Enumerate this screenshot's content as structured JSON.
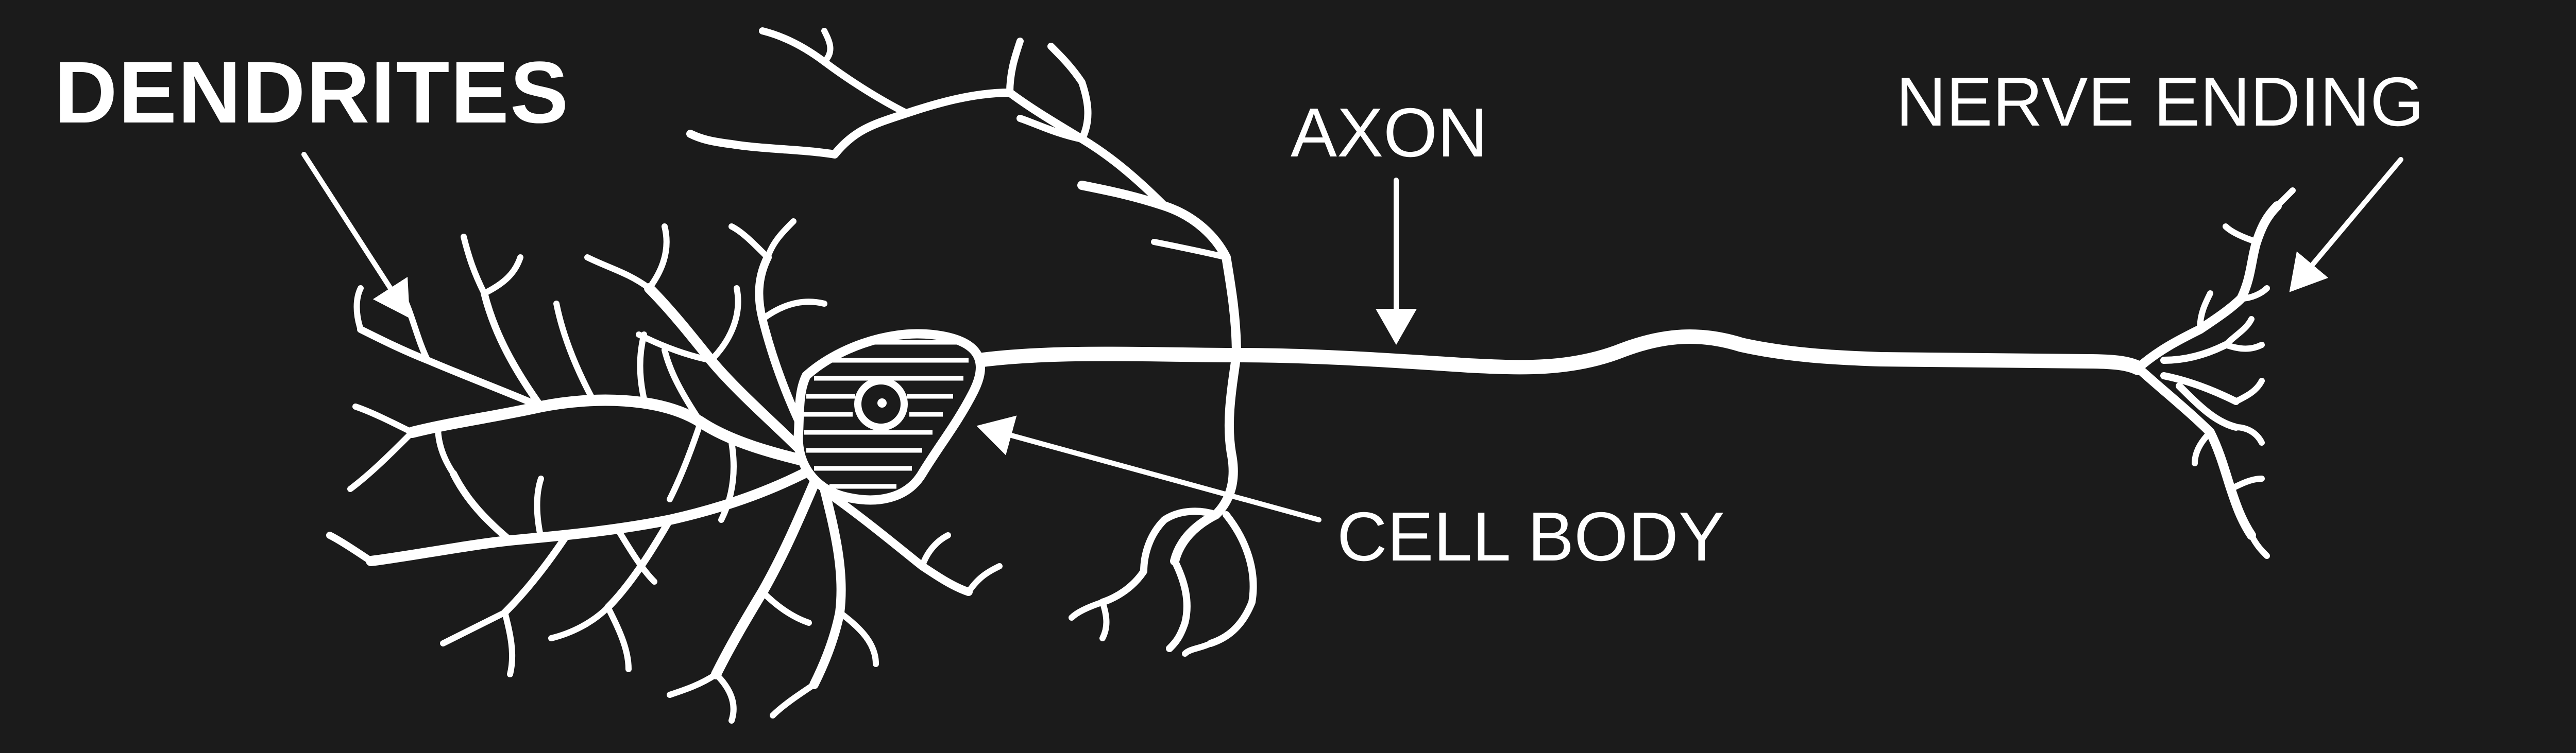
{
  "labels": {
    "dendrites": "DENDRITES",
    "axon": "AXON",
    "nerve_ending": "NERVE ENDING",
    "cell_body": "CELL BODY"
  },
  "colors": {
    "background": "#1b1b1b",
    "ink": "#ffffff"
  }
}
